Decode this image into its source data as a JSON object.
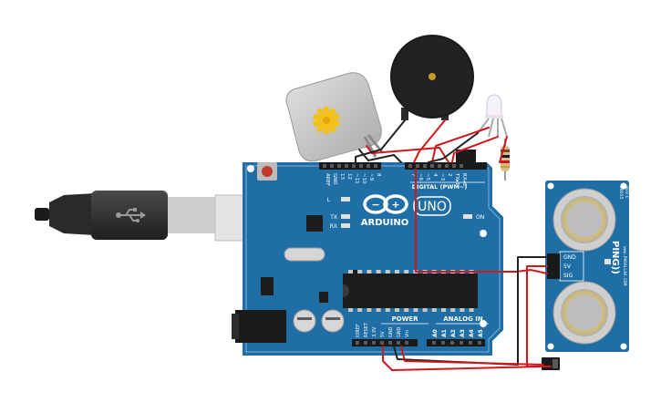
{
  "board": {
    "brand": "ARDUINO",
    "model": "UNO",
    "digital_header": "DIGITAL (PWM~)",
    "power_header": "POWER",
    "analog_header": "ANALOG IN",
    "on_label": "ON",
    "led_l": "L",
    "led_tx": "TX",
    "led_rx": "RX",
    "digital_pins": [
      "AREF",
      "GND",
      "13",
      "12",
      "~11",
      "~10",
      "~9",
      "8",
      "7",
      "~6",
      "~5",
      "4",
      "~3",
      "2",
      "TX▸1",
      "RX◂0"
    ],
    "power_pins": [
      "IOREF",
      "RESET",
      "3.3V",
      "5V",
      "GND",
      "GND",
      "Vin"
    ],
    "analog_pins": [
      "A0",
      "A1",
      "A2",
      "A3",
      "A4",
      "A5"
    ]
  },
  "sensor": {
    "name": "PING))",
    "model_code": "28015",
    "revision": "REV C",
    "website": "www.PARALLAX.COM",
    "pins": [
      "GND",
      "5V",
      "SIG"
    ]
  },
  "colors": {
    "board": "#1f6fa6",
    "wire_red": "#d0181b",
    "wire_black": "#222222",
    "motor_body": "#c9c9c9",
    "buzzer": "#1a1a1a"
  },
  "icons": {
    "usb": "usb-icon",
    "motor_gear": "gear-icon",
    "arduino_logo": "infinity-logo-icon"
  }
}
